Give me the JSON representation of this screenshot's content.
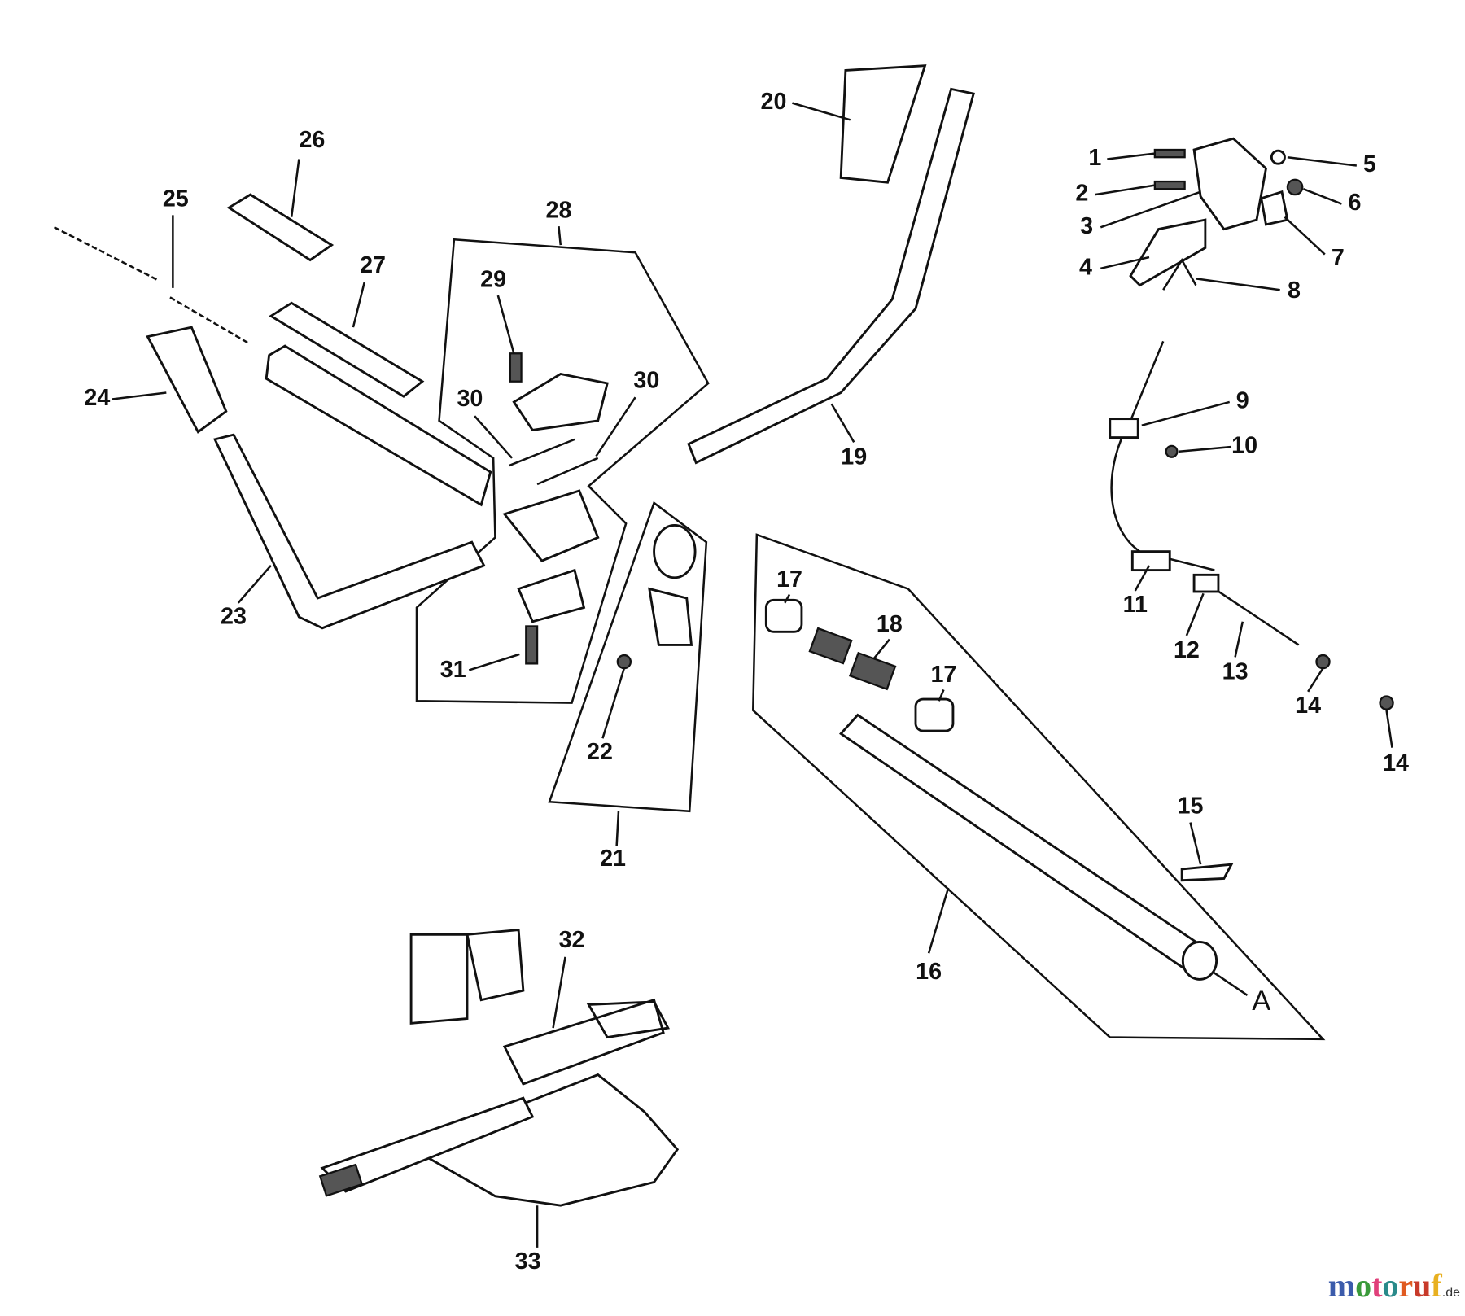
{
  "labels": {
    "p1": "1",
    "p2": "2",
    "p3": "3",
    "p4": "4",
    "p5": "5",
    "p6": "6",
    "p7": "7",
    "p8": "8",
    "p9": "9",
    "p10": "10",
    "p11": "11",
    "p12": "12",
    "p13": "13",
    "p14a": "14",
    "p14b": "14",
    "p15": "15",
    "p16": "16",
    "p17a": "17",
    "p17b": "17",
    "p18": "18",
    "p19": "19",
    "p20": "20",
    "p21": "21",
    "p22": "22",
    "p23": "23",
    "p24": "24",
    "p25": "25",
    "p26": "26",
    "p27": "27",
    "p28": "28",
    "p29": "29",
    "p30a": "30",
    "p30b": "30",
    "p31": "31",
    "p32": "32",
    "p33": "33",
    "pA": "A"
  },
  "watermark": {
    "letters": [
      "m",
      "o",
      "t",
      "o",
      "r",
      "u",
      "f"
    ],
    "colors": [
      "#3b5bab",
      "#3a9a3a",
      "#e0407a",
      "#2a8a8a",
      "#e05a20",
      "#c83a2a",
      "#e8b020"
    ],
    "suffix": ".de"
  }
}
